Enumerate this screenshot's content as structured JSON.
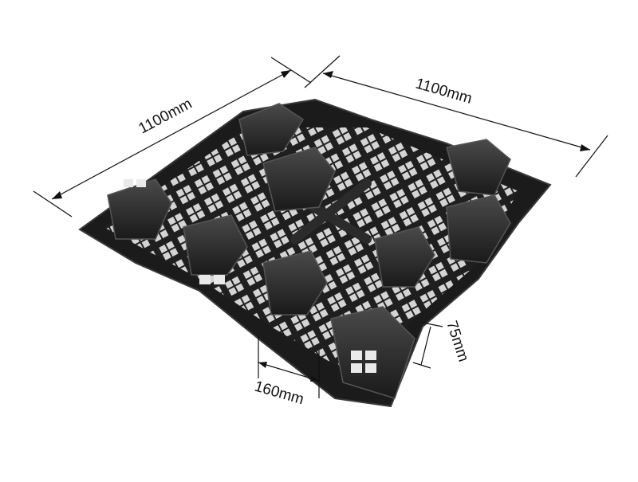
{
  "product": {
    "subject": "black plastic pallet with grid deck",
    "colors": {
      "body": "#1b1b1b",
      "edge": "#3a3a3a",
      "highlight": "#5a5a5a",
      "background": "#ffffff"
    }
  },
  "dimensions": {
    "length_label": "1100mm",
    "width_label": "1100mm",
    "foot_width_label": "160mm",
    "foot_height_label": "75mm"
  }
}
